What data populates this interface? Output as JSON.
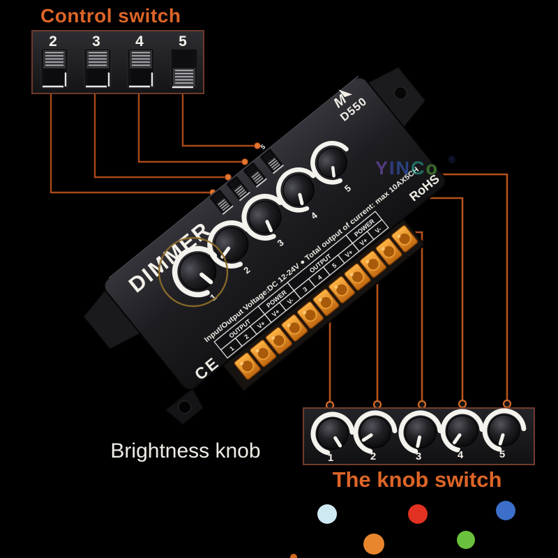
{
  "titles": {
    "control_switch": "Control switch",
    "brightness_knob": "Brightness knob",
    "knob_switch": "The knob switch"
  },
  "control_inset": {
    "switches": [
      "2",
      "3",
      "4",
      "5"
    ]
  },
  "device": {
    "name": "DIMMER",
    "model": "D550",
    "spec_line": "Input/Output Voltage:DC 12-24V ● Total output of current: max 10AX5CH",
    "rohs": "RoHS",
    "ce": "CE",
    "dip_label": "5",
    "knob_labels": [
      "1",
      "2",
      "3",
      "4",
      "5"
    ],
    "terminal_headers": [
      "OUTPUT",
      "POWER",
      "OUTPUT",
      "POWER"
    ],
    "terminal_cells": [
      "1",
      "2",
      "V+",
      "V+",
      "V-",
      "3",
      "4",
      "5",
      "V+",
      "V+",
      "V-"
    ]
  },
  "knob_inset": {
    "knobs": [
      "1",
      "2",
      "3",
      "4",
      "5"
    ]
  },
  "watermark": {
    "letters": [
      {
        "ch": "Y",
        "color": "#8055CC"
      },
      {
        "ch": "I",
        "color": "#4456CC"
      },
      {
        "ch": "N",
        "color": "#3A64D2"
      },
      {
        "ch": "C",
        "color": "#2AB3A2"
      },
      {
        "ch": "o",
        "color": "#57B93C"
      }
    ],
    "reg": "®"
  },
  "colors": {
    "accent_orange": "#DD6527",
    "leader_line": "#B4511B",
    "white_text": "#F1EDE6",
    "screw_orange": "#E78A1E"
  },
  "legend_dots": [
    {
      "name": "light-blue",
      "color": "#CFE9F2"
    },
    {
      "name": "red",
      "color": "#E13122"
    },
    {
      "name": "blue",
      "color": "#3B6FC9"
    },
    {
      "name": "orange",
      "color": "#E8862E"
    },
    {
      "name": "green",
      "color": "#69C13D"
    },
    {
      "name": "orange-partial",
      "color": "#D2691E"
    }
  ]
}
